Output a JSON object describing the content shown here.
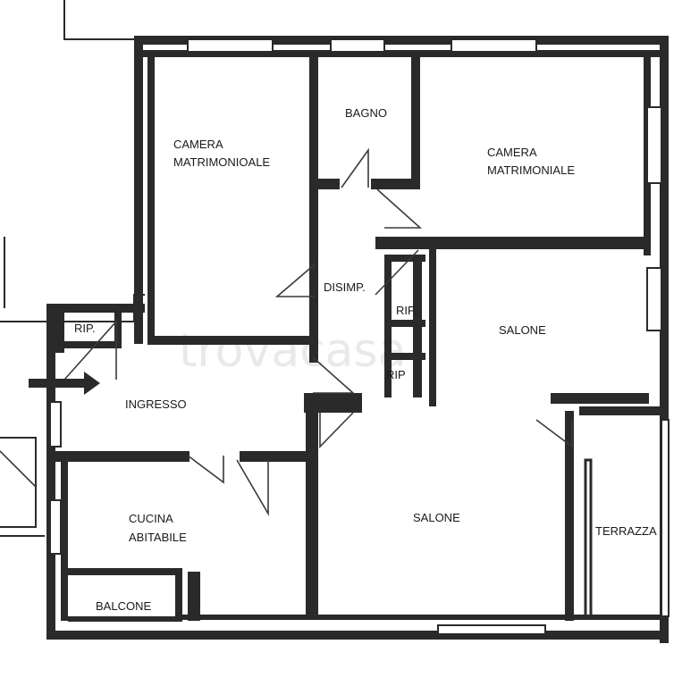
{
  "plan": {
    "rooms": {
      "camera1": [
        "CAMERA",
        "MATRIMONIOALE"
      ],
      "bagno": "BAGNO",
      "camera2": [
        "CAMERA",
        "MATRIMONIALE"
      ],
      "disimp": "DISIMP.",
      "rip1": "RIP.",
      "rip2": "RIP.",
      "rip3": "RIP",
      "salone1": "SALONE",
      "ingresso": "INGRESSO",
      "salone2": "SALONE",
      "cucina": [
        "CUCINA",
        "ABITABILE"
      ],
      "terrazza": "TERRAZZA",
      "balcone": "BALCONE"
    },
    "watermark": "trovacasa"
  }
}
